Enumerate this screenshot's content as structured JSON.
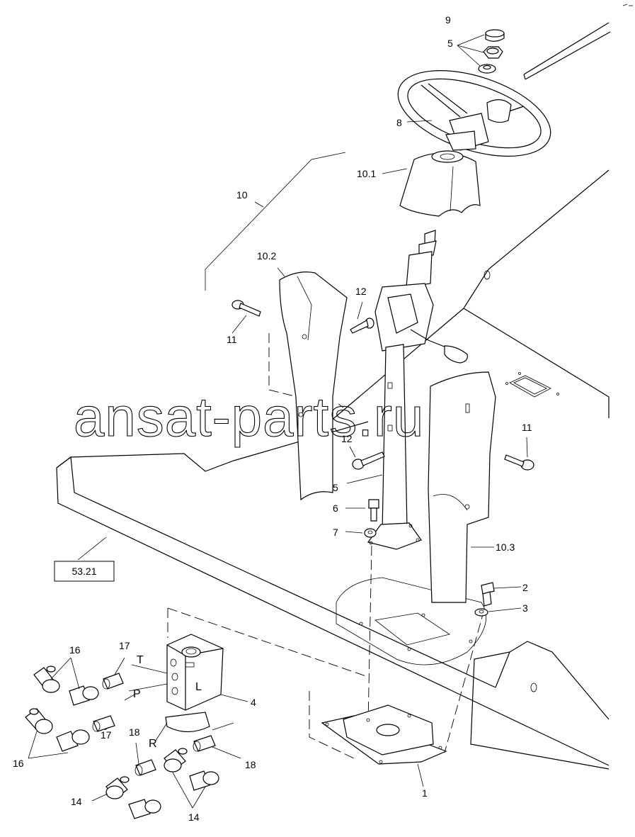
{
  "watermark": "ansat-parts.ru",
  "reference_box": "53.21",
  "labels": {
    "c9": "9",
    "c5a": "5",
    "c8": "8",
    "c10_1": "10.1",
    "c10": "10",
    "c10_2": "10.2",
    "c12a": "12",
    "c11a": "11",
    "c11b": "11",
    "c12b": "12",
    "c5b": "5",
    "c6": "6",
    "c7": "7",
    "c10_3": "10.3",
    "c2": "2",
    "c3": "3",
    "c4": "4",
    "c1": "1",
    "c16a": "16",
    "c16b": "16",
    "c17a": "17",
    "c17b": "17",
    "c18a": "18",
    "c18b": "18",
    "c14a": "14",
    "c14b": "14"
  },
  "ports": {
    "t": "T",
    "p": "P",
    "l": "L",
    "r": "R"
  }
}
